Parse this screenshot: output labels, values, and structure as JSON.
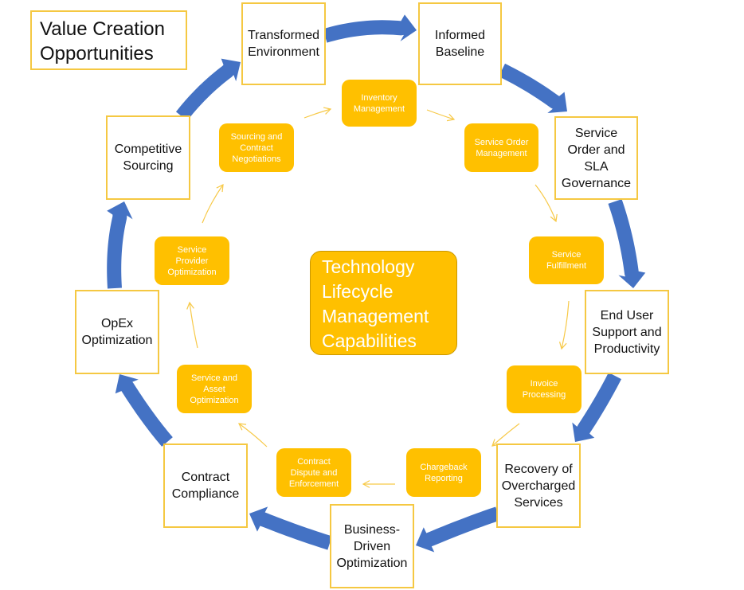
{
  "title": "Value Creation\nOpportunities",
  "center": "Technology\nLifecycle\nManagement\nCapabilities",
  "colors": {
    "outer_arrow": "#4472c4",
    "capability_fill": "#ffc000",
    "box_border": "#f5c842",
    "inner_arrow": "#ffc000"
  },
  "outer_stages": [
    {
      "id": "transformed-environment",
      "label": "Transformed\nEnvironment"
    },
    {
      "id": "informed-baseline",
      "label": "Informed\nBaseline"
    },
    {
      "id": "service-order-sla-governance",
      "label": "Service\nOrder and\nSLA\nGovernance"
    },
    {
      "id": "end-user-support",
      "label": "End User\nSupport and\nProductivity"
    },
    {
      "id": "recovery-overcharged",
      "label": "Recovery of\nOvercharged\nServices"
    },
    {
      "id": "business-driven-optimization",
      "label": "Business-\nDriven\nOptimization"
    },
    {
      "id": "contract-compliance",
      "label": "Contract\nCompliance"
    },
    {
      "id": "opex-optimization",
      "label": "OpEx\nOptimization"
    },
    {
      "id": "competitive-sourcing",
      "label": "Competitive\nSourcing"
    }
  ],
  "capabilities": [
    {
      "id": "inventory-management",
      "label": "Inventory\nManagement"
    },
    {
      "id": "service-order-management",
      "label": "Service Order\nManagement"
    },
    {
      "id": "service-fulfillment",
      "label": "Service\nFulfillment"
    },
    {
      "id": "invoice-processing",
      "label": "Invoice\nProcessing"
    },
    {
      "id": "chargeback-reporting",
      "label": "Chargeback\nReporting"
    },
    {
      "id": "contract-dispute",
      "label": "Contract\nDispute and\nEnforcement"
    },
    {
      "id": "service-asset-optimization",
      "label": "Service and\nAsset\nOptimization"
    },
    {
      "id": "service-provider-optimization",
      "label": "Service\nProvider\nOptimization"
    },
    {
      "id": "sourcing-contract-negotiations",
      "label": "Sourcing and\nContract\nNegotiations"
    }
  ]
}
